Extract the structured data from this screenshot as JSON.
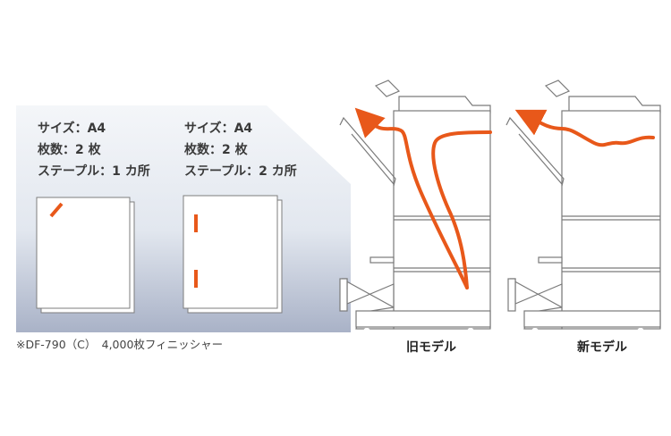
{
  "specs": [
    {
      "size": "サイズ：A4",
      "sheets": "枚数：2 枚",
      "staple": "ステープル：1 カ所"
    },
    {
      "size": "サイズ：A4",
      "sheets": "枚数：2 枚",
      "staple": "ステープル：2 カ所"
    }
  ],
  "footnote": "※DF-790（C）　4,000枚フィニッシャー",
  "models": {
    "old": "旧モデル",
    "new": "新モデル"
  },
  "colors": {
    "accent": "#e8581a",
    "panel_top": "#f4f6f9",
    "panel_bottom": "#a9b2c7"
  }
}
